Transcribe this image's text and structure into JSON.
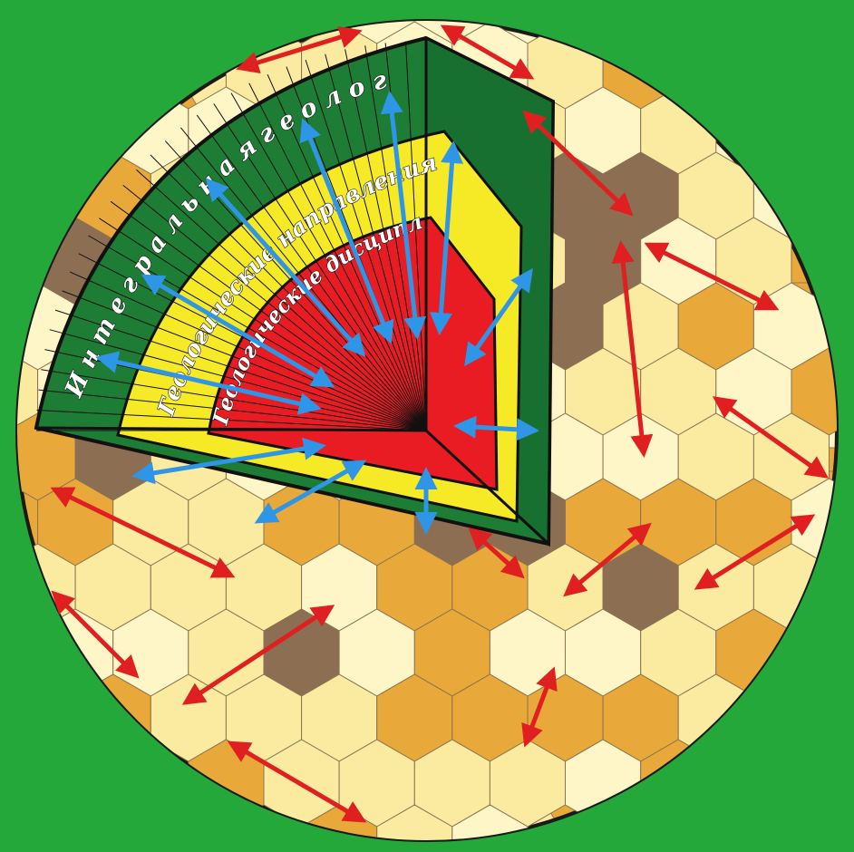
{
  "labels": {
    "outer": "И н т е г р а л ь н а я   г е о л о г и я",
    "middle": "Геологические направления",
    "inner": "Геологические дисциплины"
  },
  "colors": {
    "background": "#25a83a",
    "hex_light": "#fbeba0",
    "hex_pale": "#fff6c7",
    "hex_orange": "#e9a83a",
    "hex_brown": "#8c6e52",
    "outer_layer": "#1e7d34",
    "middle_layer": "#f5ea25",
    "core": "#ea1c23",
    "blue_arrow": "#2f95e6",
    "red_arrow": "#e02020"
  },
  "icons": {
    "blue": "double-headed-arrow-icon",
    "red": "double-headed-arrow-icon"
  }
}
